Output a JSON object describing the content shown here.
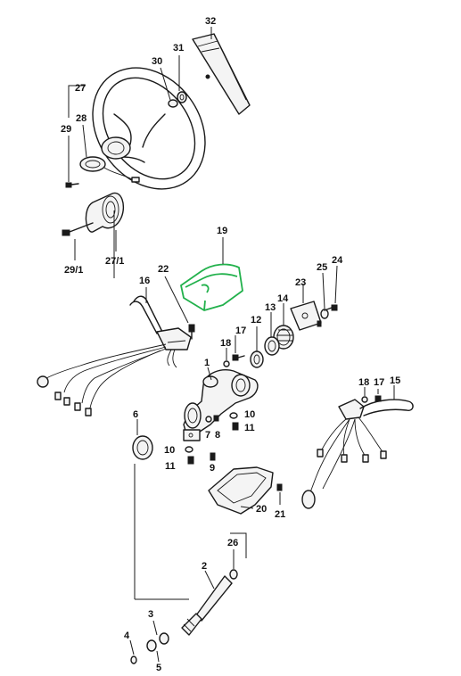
{
  "highlight_color": "#22b14c",
  "line_color": "#1a1a1a",
  "highlighted_part": "19",
  "callouts": {
    "p32": "32",
    "p31": "31",
    "p30": "30",
    "p27": "27",
    "p28": "28",
    "p29": "29",
    "p27_1": "27/1",
    "p29_1": "29/1",
    "p19": "19",
    "p22": "22",
    "p16": "16",
    "p25": "25",
    "p24": "24",
    "p23": "23",
    "p14": "14",
    "p13": "13",
    "p12": "12",
    "p17a": "17",
    "p18a": "18",
    "p1": "1",
    "p18b": "18",
    "p17b": "17",
    "p15": "15",
    "p6": "6",
    "p7": "7",
    "p8": "8",
    "p10a": "10",
    "p11a": "11",
    "p10b": "10",
    "p11b": "11",
    "p9": "9",
    "p20": "20",
    "p21": "21",
    "p26": "26",
    "p2": "2",
    "p3": "3",
    "p4": "4",
    "p5": "5"
  }
}
